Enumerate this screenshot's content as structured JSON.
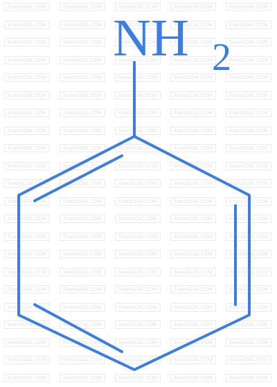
{
  "diagram": {
    "kind": "skeletal-structure",
    "molecule_label": {
      "main": "NH",
      "subscript": "2"
    },
    "watermark_text": "ExamGOAL.COM",
    "colors": {
      "bond": "#3b7ee0",
      "label": "#3b7ee0",
      "watermark_text": "#e3e3e3",
      "watermark_border": "#ebebeb",
      "background": "#ffffff"
    }
  }
}
